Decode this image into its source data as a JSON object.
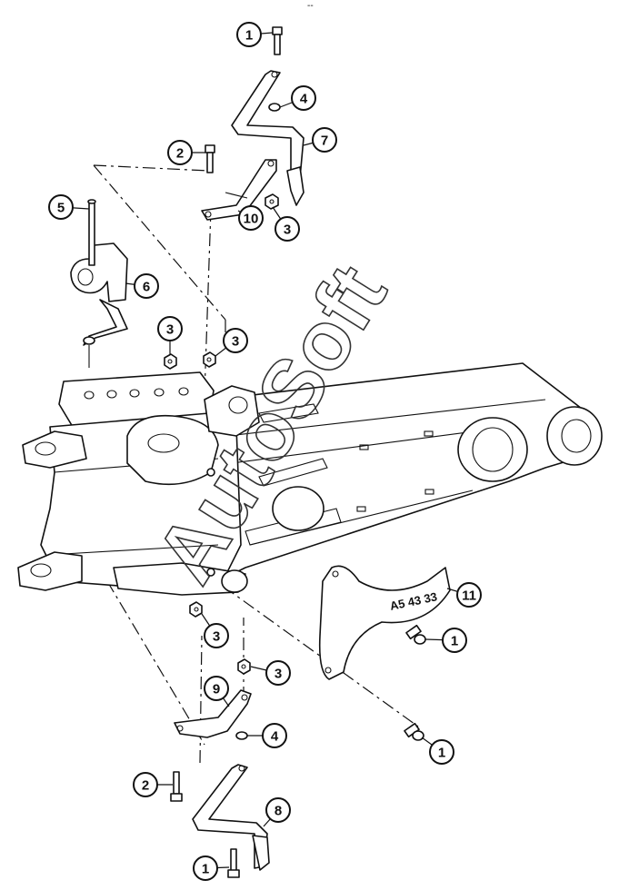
{
  "header_mark": "--",
  "watermark": "AutoSoft",
  "plate_label": "A5 43 33",
  "callouts": [
    {
      "label": "1"
    },
    {
      "label": "4"
    },
    {
      "label": "7"
    },
    {
      "label": "2"
    },
    {
      "label": "10"
    },
    {
      "label": "3"
    },
    {
      "label": "5"
    },
    {
      "label": "6"
    },
    {
      "label": "3"
    },
    {
      "label": "3"
    },
    {
      "label": "11"
    },
    {
      "label": "1"
    },
    {
      "label": "3"
    },
    {
      "label": "3"
    },
    {
      "label": "9"
    },
    {
      "label": "4"
    },
    {
      "label": "1"
    },
    {
      "label": "2"
    },
    {
      "label": "8"
    },
    {
      "label": "1"
    }
  ]
}
